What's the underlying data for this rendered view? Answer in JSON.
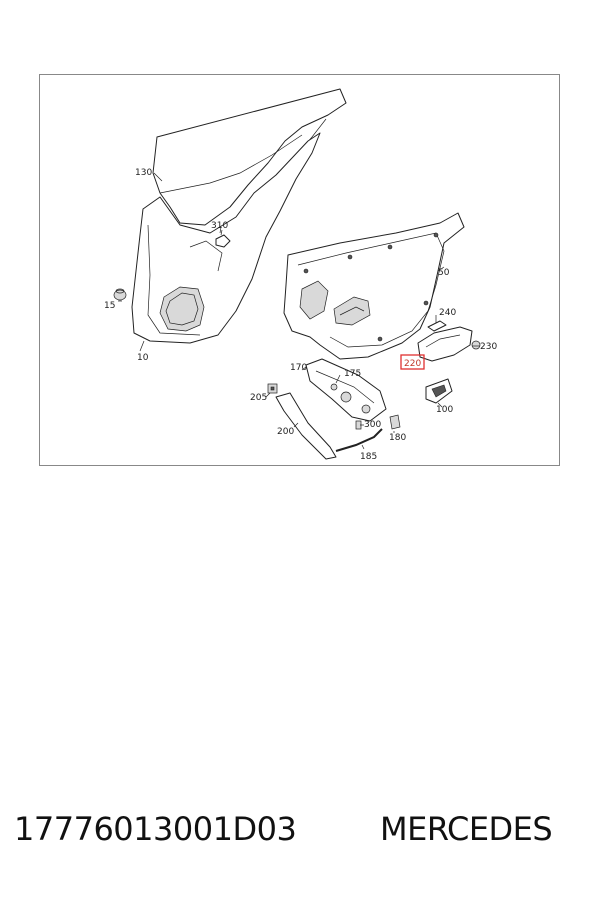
{
  "callouts": {
    "c10": "10",
    "c15": "15",
    "c50": "50",
    "c100": "100",
    "c130": "130",
    "c170": "170",
    "c175": "175",
    "c180": "180",
    "c185": "185",
    "c200": "200",
    "c205": "205",
    "c220": "220",
    "c230": "230",
    "c240": "240",
    "c300": "300",
    "c310": "310"
  },
  "highlighted_callout": "220",
  "colors": {
    "highlight": "#e03030",
    "line": "#222222",
    "frame": "#888888"
  },
  "footer": {
    "part_number": "17776013001D03",
    "brand": "MERCEDES"
  }
}
